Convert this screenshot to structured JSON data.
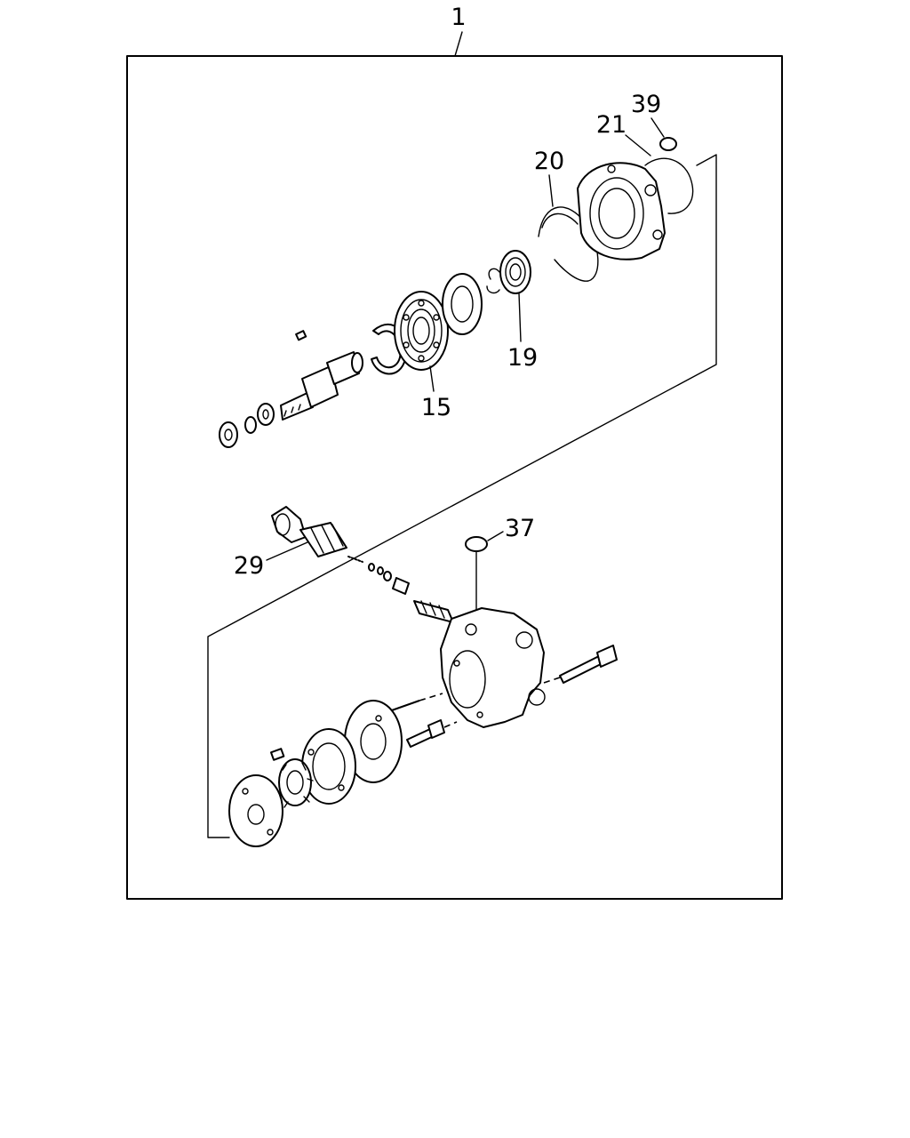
{
  "assembly": {
    "label": "1"
  },
  "callouts": {
    "p39": "39",
    "p21": "21",
    "p20": "20",
    "p19": "19",
    "p15": "15",
    "p37": "37",
    "p29": "29"
  },
  "colors": {
    "ink": "#000000",
    "paper": "#ffffff"
  }
}
